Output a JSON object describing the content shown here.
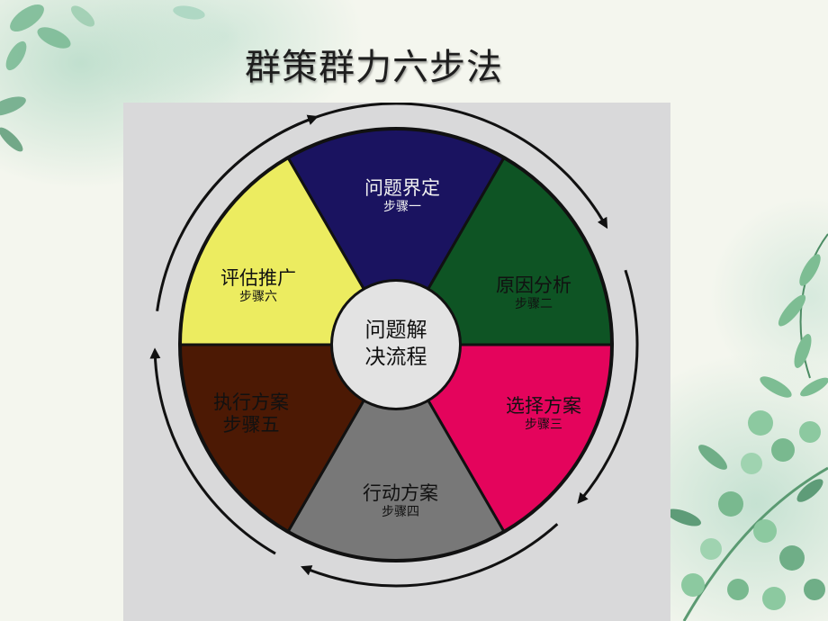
{
  "title": "群策群力六步法",
  "diagram": {
    "center": {
      "line1": "问题解",
      "line2": "决流程"
    },
    "segments": [
      {
        "name": "问题界定",
        "step": "步骤一",
        "color": "#1a1360"
      },
      {
        "name": "原因分析",
        "step": "步骤二",
        "color": "#0e5424"
      },
      {
        "name": "选择方案",
        "step": "步骤三",
        "color": "#e4045c"
      },
      {
        "name": "行动方案",
        "step": "步骤四",
        "color": "#787878"
      },
      {
        "name": "执行方案",
        "step": "步骤五",
        "color": "#4c1904"
      },
      {
        "name": "评估推广",
        "step": "步骤六",
        "color": "#ecec60"
      }
    ],
    "flow_direction": "clockwise"
  }
}
